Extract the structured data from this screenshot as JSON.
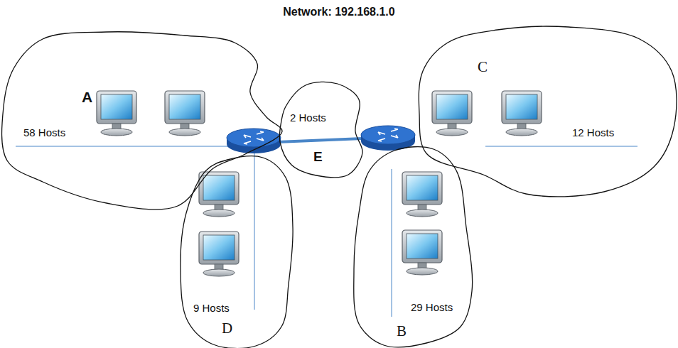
{
  "diagram": {
    "title": "Network: 192.168.1.0",
    "nodes": [
      {
        "text": [
          "A",
          "58 Hosts"
        ]
      },
      {
        "text": [
          "2 Hosts",
          "E"
        ]
      },
      {
        "text": [
          "C",
          "12 Hosts"
        ]
      },
      {
        "text": [
          "9 Hosts",
          "D"
        ]
      },
      {
        "text": [
          "29 Hosts",
          "B"
        ]
      }
    ]
  }
}
